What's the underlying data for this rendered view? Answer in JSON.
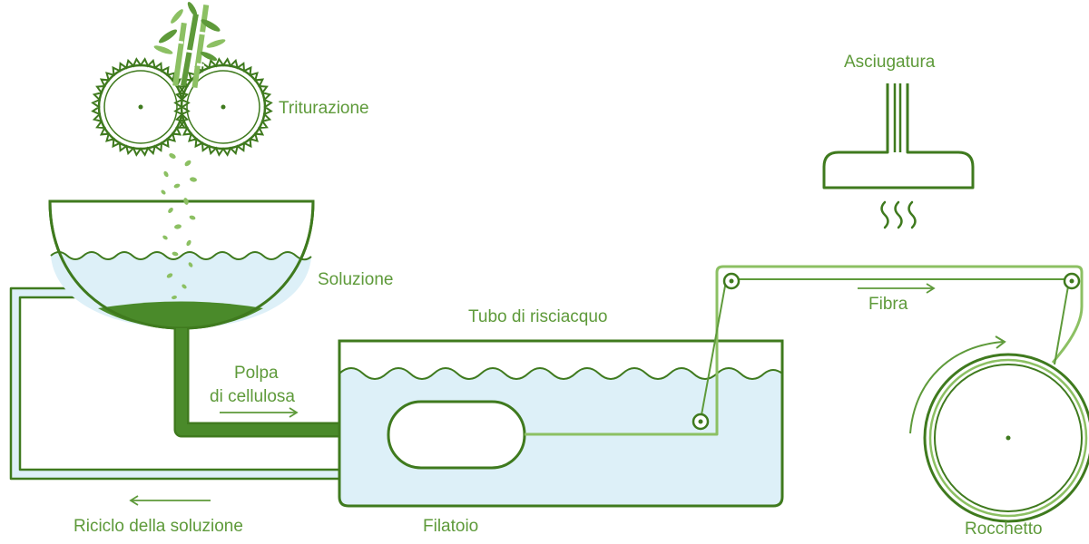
{
  "labels": {
    "triturazione": "Triturazione",
    "soluzione": "Soluzione",
    "polpa_line1": "Polpa",
    "polpa_line2": "di cellulosa",
    "tubo": "Tubo di risciacquo",
    "riciclo": "Riciclo della soluzione",
    "filatoio": "Filatoio",
    "asciugatura": "Asciugatura",
    "fibra": "Fibra",
    "rocchetto": "Rocchetto"
  },
  "colors": {
    "dark_green": "#3f7a1e",
    "accent_green": "#5e9a3a",
    "light_green": "#8cc063",
    "water": "#ddf0f8",
    "pulp": "#4a8a2a"
  }
}
